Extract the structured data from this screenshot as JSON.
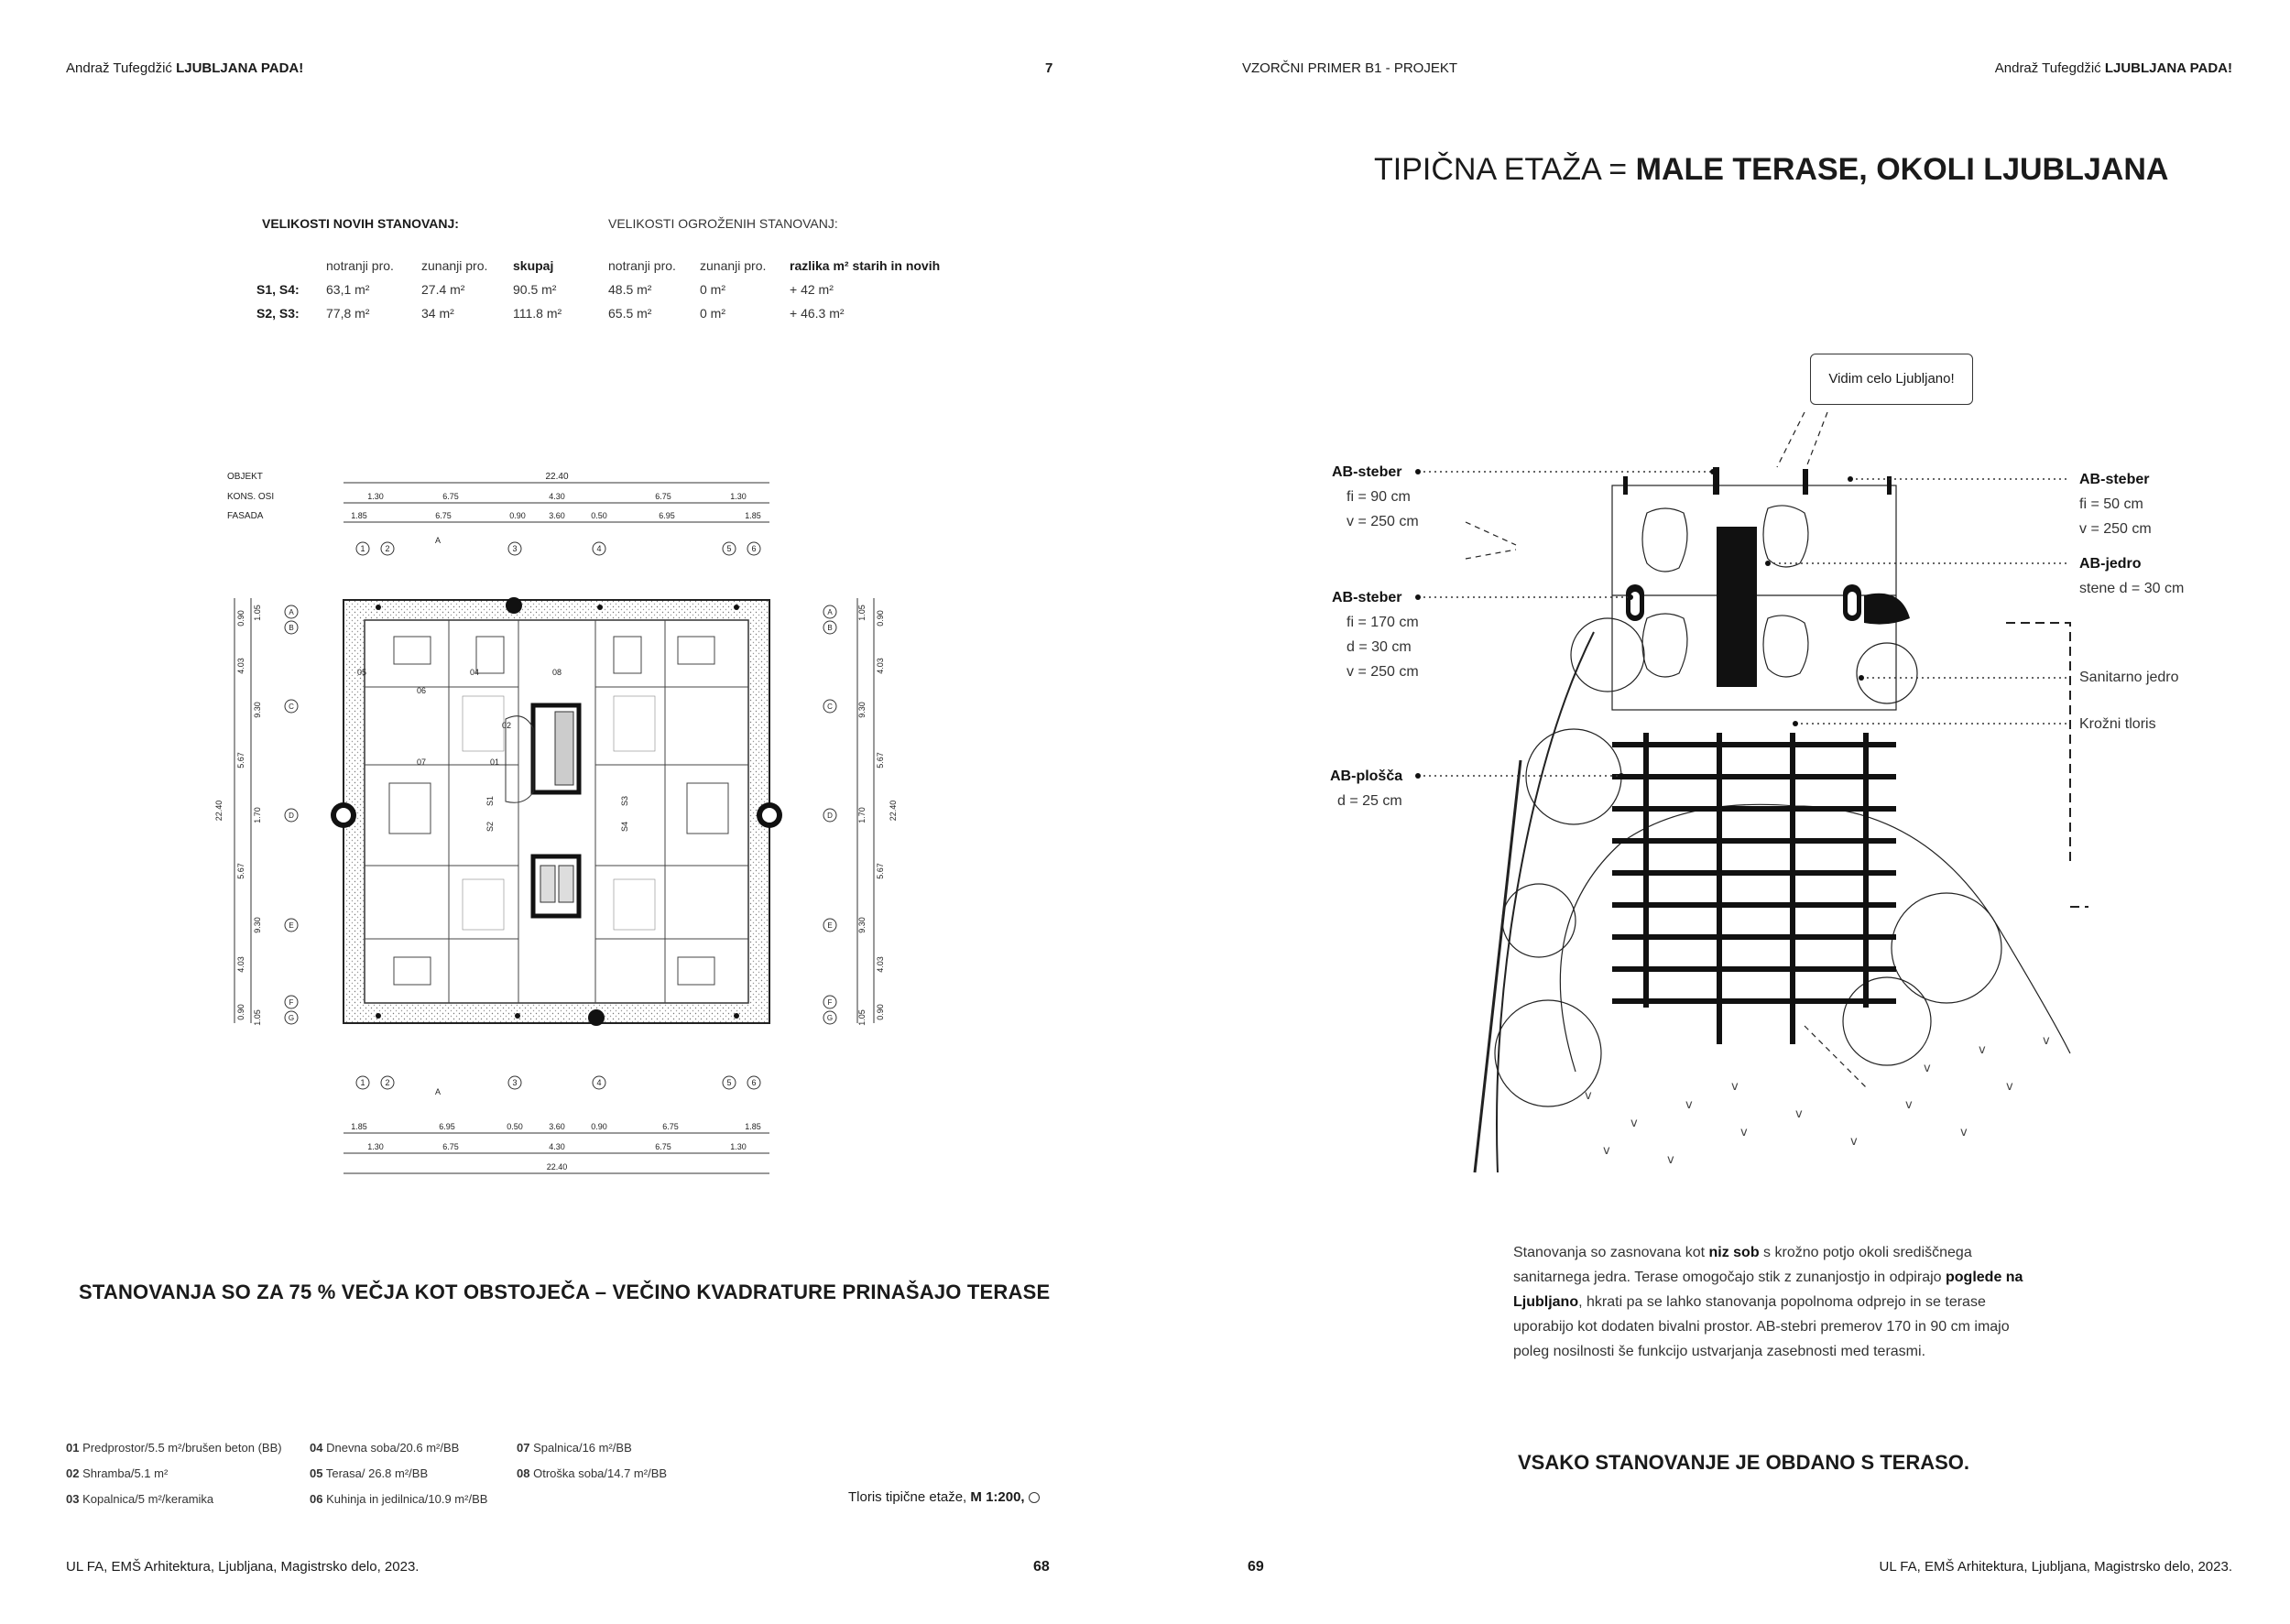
{
  "left": {
    "header_author": "Andraž Tufegdžić",
    "header_title": "LJUBLJANA PADA!",
    "chapter_num": "7",
    "table": {
      "new_title": "VELIKOSTI NOVIH STANOVANJ:",
      "old_title": "VELIKOSTI OGROŽENIH STANOVANJ:",
      "col_headers": [
        "notranji pro.",
        "zunanji pro.",
        "skupaj",
        "notranji pro.",
        "zunanji pro.",
        "razlika m² starih in novih"
      ],
      "rows": [
        {
          "label": "S1, S4:",
          "cells": [
            "63,1 m²",
            "27.4 m²",
            "90.5 m²",
            "48.5 m²",
            "0 m²",
            "+ 42 m²"
          ]
        },
        {
          "label": "S2, S3:",
          "cells": [
            "77,8 m²",
            "34 m²",
            "111.8 m²",
            "65.5 m²",
            "0 m²",
            "+ 46.3 m²"
          ]
        }
      ]
    },
    "plan": {
      "row_labels": [
        "OBJEKT",
        "KONS. OSI",
        "FASADA"
      ],
      "top_total": "22.40",
      "axes_dims": [
        "1.30",
        "6.75",
        "4.30",
        "6.75",
        "1.30"
      ],
      "facade_dims": [
        "1.85",
        "6.75",
        "0.90",
        "3.60",
        "0.50",
        "6.95",
        "1.85"
      ],
      "bottom_facade_dims": [
        "1.85",
        "6.95",
        "0.50",
        "3.60",
        "0.90",
        "6.75",
        "1.85"
      ],
      "axis_numbers": [
        "1",
        "2",
        "3",
        "4",
        "5",
        "6"
      ],
      "axis_letters": [
        "A",
        "B",
        "C",
        "D",
        "E",
        "F",
        "G"
      ],
      "side_dims_outer": [
        "1.05",
        "9.30",
        "1.70",
        "9.30",
        "1.05"
      ],
      "side_dims_inner": [
        "0.90",
        "4.03",
        "5.67",
        "5.67",
        "4.03",
        "0.90"
      ],
      "side_total": "22.40",
      "section_mark": "A",
      "rooms": [
        "05",
        "06",
        "04",
        "08",
        "07",
        "02",
        "01",
        "S1",
        "S2",
        "S3",
        "S4"
      ]
    },
    "headline": "STANOVANJA SO ZA 75 % VEČJA KOT OBSTOJEČA – VEČINO KVADRATURE PRINAŠAJO TERASE",
    "legend": [
      {
        "num": "01",
        "text": "Predprostor/5.5 m²/brušen beton (BB)"
      },
      {
        "num": "02",
        "text": "Shramba/5.1 m²"
      },
      {
        "num": "03",
        "text": "Kopalnica/5 m²/keramika"
      },
      {
        "num": "04",
        "text": "Dnevna soba/20.6 m²/BB"
      },
      {
        "num": "05",
        "text": "Terasa/ 26.8 m²/BB"
      },
      {
        "num": "06",
        "text": "Kuhinja in jedilnica/10.9 m²/BB"
      },
      {
        "num": "07",
        "text": "Spalnica/16 m²/BB"
      },
      {
        "num": "08",
        "text": "Otroška soba/14.7 m²/BB"
      }
    ],
    "plan_caption": "Tloris tipične etaže,",
    "plan_scale": "M 1:200,",
    "footer": "UL FA, EMŠ Arhitektura, Ljubljana, Magistrsko delo, 2023.",
    "page_num": "68"
  },
  "right": {
    "header_left": "VZORČNI PRIMER B1 - PROJEKT",
    "header_author": "Andraž Tufegdžić",
    "header_title": "LJUBLJANA PADA!",
    "title_light": "TIPIČNA ETAŽA =",
    "title_bold": "MALE TERASE, OKOLI LJUBLJANA",
    "speech": "Vidim celo Ljubljano!",
    "annotations_left": [
      {
        "title": "AB-steber",
        "lines": [
          "fi = 90 cm",
          "v = 250 cm"
        ]
      },
      {
        "title": "AB-steber",
        "lines": [
          "fi = 170 cm",
          "d = 30 cm",
          "v = 250 cm"
        ]
      },
      {
        "title": "AB-plošča",
        "lines": [
          "d = 25 cm"
        ]
      }
    ],
    "annotations_right": [
      {
        "title": "AB-steber",
        "lines": [
          "fi = 50 cm",
          "v = 250 cm"
        ]
      },
      {
        "title": "AB-jedro",
        "lines": [
          "stene d = 30 cm"
        ]
      },
      {
        "title": "",
        "lines": [
          "Sanitarno jedro"
        ]
      },
      {
        "title": "",
        "lines": [
          "Krožni tloris"
        ]
      }
    ],
    "para_1": "Stanovanja so zasnovana kot",
    "para_b1": "niz sob",
    "para_2": "s krožno potjo okoli središčnega sanitarnega jedra. Terase omogočajo stik z zunanjostjo in odpirajo",
    "para_b2": "poglede na Ljubljano",
    "para_3": ", hkrati pa se lahko stanovanja popolnoma odprejo in se terase uporabijo kot dodaten bivalni prostor. AB-stebri premerov 170 in 90 cm imajo poleg nosilnosti še funkcijo ustvarjanja zasebnosti med terasmi.",
    "closing": "VSAKO STANOVANJE JE OBDANO S TERASO.",
    "page_num": "69",
    "footer": "UL FA, EMŠ Arhitektura, Ljubljana, Magistrsko delo, 2023."
  }
}
